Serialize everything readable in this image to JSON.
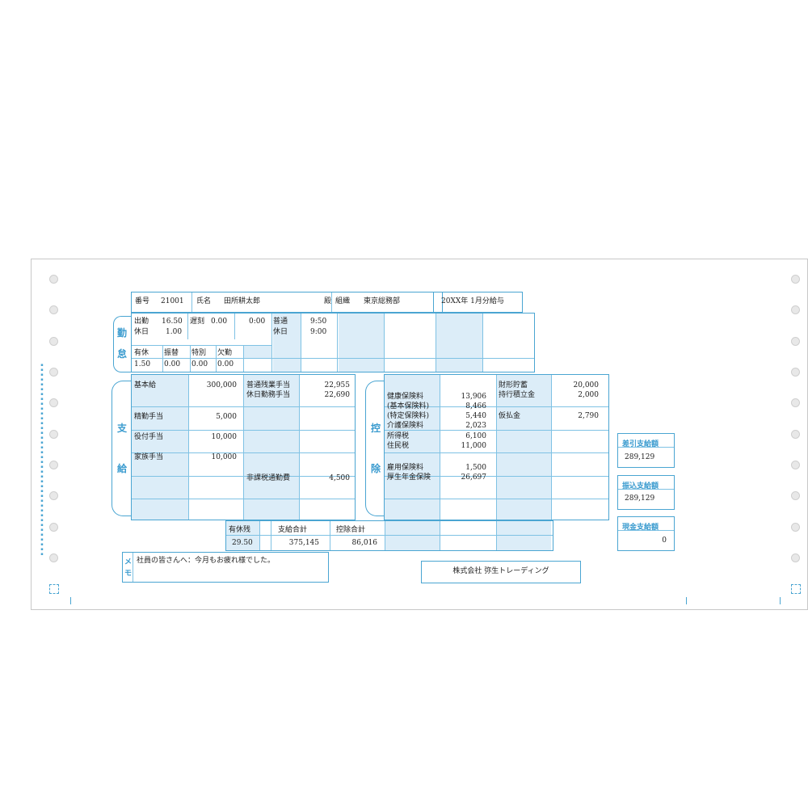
{
  "header": {
    "number_label": "番号",
    "number_value": "21001",
    "name_label": "氏名",
    "name_value": "田所耕太郎",
    "honorific": "殿",
    "org_label": "組織",
    "org_value": "東京総務部",
    "period": "20XX年 1月分給与"
  },
  "attendance": {
    "section_label_1": "勤",
    "section_label_2": "怠",
    "row1": [
      {
        "label": "出勤",
        "value": "16.50"
      },
      {
        "label": "遅刻",
        "value": "0.00"
      },
      {
        "label": "",
        "value": "0:00"
      },
      {
        "label": "普通",
        "value": "9:50"
      }
    ],
    "row2": [
      {
        "label": "休日",
        "value": "1.00"
      },
      {
        "label": "休日",
        "value": "9:00"
      }
    ],
    "row3": [
      {
        "label": "有休",
        "value": "1.50"
      },
      {
        "label": "振替",
        "value": "0.00"
      },
      {
        "label": "特別",
        "value": "0.00"
      },
      {
        "label": "欠勤",
        "value": "0.00"
      }
    ]
  },
  "payments": {
    "section_label_1": "支",
    "section_label_2": "給",
    "items_left": [
      {
        "label": "基本給",
        "value": "300,000"
      },
      {
        "label": "精勤手当",
        "value": "5,000"
      },
      {
        "label": "役付手当",
        "value": "10,000"
      },
      {
        "label": "家族手当",
        "value": "10,000"
      }
    ],
    "items_right": [
      {
        "label": "普通残業手当",
        "value": "22,955"
      },
      {
        "label": "休日勤務手当",
        "value": "22,690"
      },
      {
        "label": "非課税通勤費",
        "value": "4,500"
      }
    ]
  },
  "deductions": {
    "section_label_1": "控",
    "section_label_2": "除",
    "items_left": [
      {
        "label": "健康保険料",
        "value": "13,906"
      },
      {
        "label": "(基本保険料)",
        "value": "8,466"
      },
      {
        "label": "(特定保険料)",
        "value": "5,440"
      },
      {
        "label": "介護保険料",
        "value": "2,023"
      },
      {
        "label": "所得税",
        "value": "6,100"
      },
      {
        "label": "住民税",
        "value": "11,000"
      },
      {
        "label": "雇用保険料",
        "value": "1,500"
      },
      {
        "label": "厚生年金保険",
        "value": "26,697"
      }
    ],
    "items_right": [
      {
        "label": "財形貯蓄",
        "value": "20,000"
      },
      {
        "label": "持行積立金",
        "value": "2,000"
      },
      {
        "label": "仮払金",
        "value": "2,790"
      }
    ]
  },
  "totals": {
    "paid_leave_label": "有休残",
    "paid_leave_value": "29.50",
    "pay_total_label": "支給合計",
    "pay_total_value": "375,145",
    "deduction_total_label": "控除合計",
    "deduction_total_value": "86,016"
  },
  "net": {
    "net_label": "差引支給額",
    "net_value": "289,129",
    "transfer_label": "振込支給額",
    "transfer_value": "289,129",
    "cash_label": "現金支給額",
    "cash_value": "0"
  },
  "memo": {
    "label_1": "メ",
    "label_2": "モ",
    "text": "社員の皆さんへ：今月もお疲れ様でした。"
  },
  "company": "株式会社 弥生トレーディング",
  "colors": {
    "accent": "#4aa5d2",
    "shade": "#dcedf8"
  }
}
